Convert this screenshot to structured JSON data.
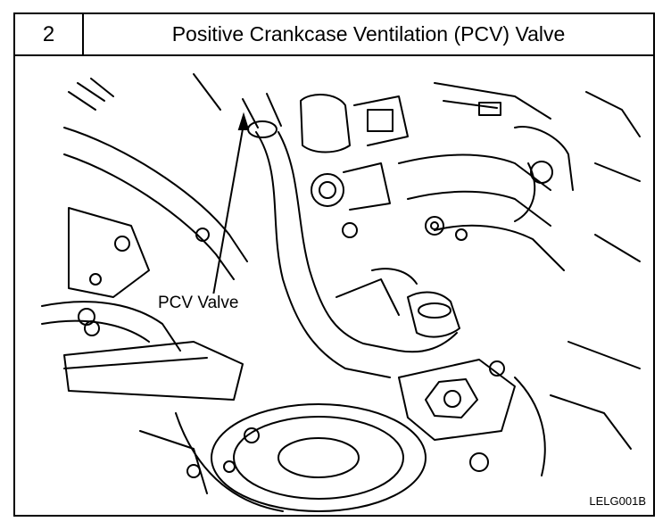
{
  "section": {
    "number": "2",
    "title": "Positive Crankcase Ventilation (PCV) Valve"
  },
  "illustration": {
    "callout_label": "PCV Valve",
    "figure_code": "LELG001B"
  }
}
